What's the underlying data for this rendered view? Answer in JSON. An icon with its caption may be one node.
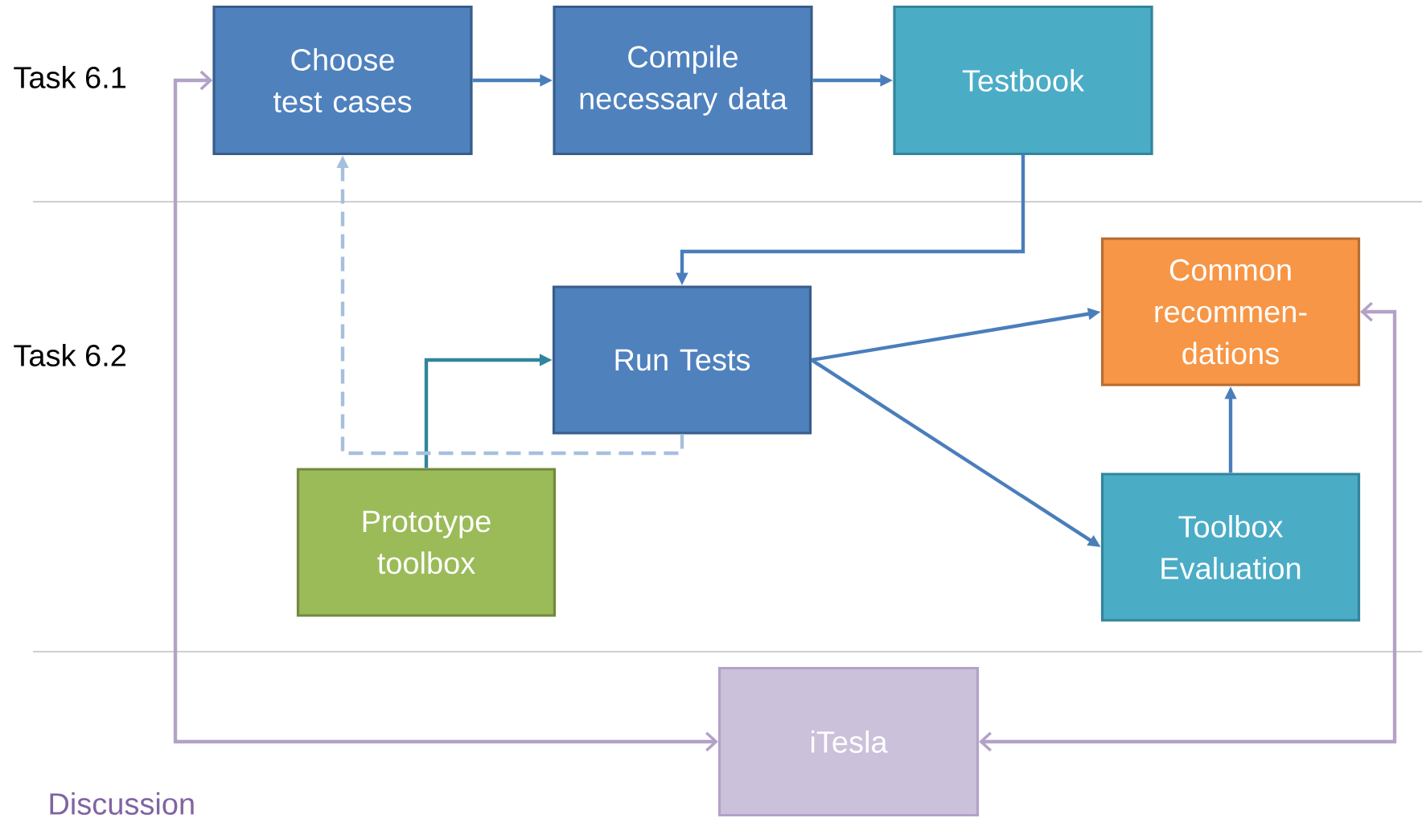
{
  "diagram": {
    "nodes": [
      {
        "text": [
          "Choose test cases"
        ]
      },
      {
        "text": [
          "Compile necessary data"
        ]
      },
      {
        "text": [
          "Testbook"
        ]
      },
      {
        "text": [
          "Run Tests"
        ]
      },
      {
        "text": [
          "Common recommen- dations"
        ]
      },
      {
        "text": [
          "Prototype toolbox"
        ]
      },
      {
        "text": [
          "Toolbox Evaluation"
        ]
      },
      {
        "text": [
          "iTesla"
        ]
      }
    ],
    "edges": [
      {
        "from": 0,
        "to": 1,
        "arrow": "to"
      },
      {
        "from": 1,
        "to": 2,
        "arrow": "to"
      },
      {
        "from": 2,
        "to": 3,
        "arrow": "to"
      },
      {
        "from": 3,
        "to": 4,
        "arrow": "to"
      },
      {
        "from": 3,
        "to": 6,
        "arrow": "to"
      },
      {
        "from": 6,
        "to": 4,
        "arrow": "to"
      },
      {
        "from": 5,
        "to": 3,
        "arrow": "to",
        "color": "#31859c"
      },
      {
        "from": 3,
        "to": 0,
        "arrow": "to",
        "style": "dashed",
        "color": "#a7bfde"
      },
      {
        "from": 7,
        "to": 0,
        "arrow": "both",
        "color": "#b3a2c7"
      },
      {
        "from": 7,
        "to": 4,
        "arrow": "both",
        "color": "#b3a2c7"
      }
    ],
    "labels": [
      "Task 6.1",
      "Task 6.2",
      "Discussion"
    ]
  }
}
